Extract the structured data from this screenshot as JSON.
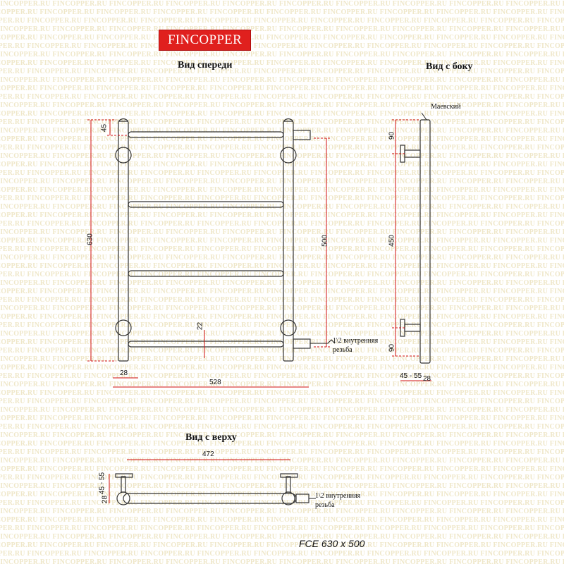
{
  "watermark": "FINCOPPER.RU",
  "brand": {
    "logo_text": "FINCOPPER",
    "logo_color": "#e0201e"
  },
  "views": {
    "front": {
      "title": "Вид спереди",
      "dims": {
        "height_total": "630",
        "top_offset": "45",
        "center_distance": "500",
        "bottom_offset": "22",
        "post_width": "28",
        "total_width": "528"
      },
      "note_line1": "1\\2 внутренняя",
      "note_line2": "резьба"
    },
    "side": {
      "title": "Вид с боку",
      "label": "Маевский",
      "dims": {
        "top": "90",
        "middle": "450",
        "bottom": "90",
        "mount_depth": "45 - 55",
        "post_width": "28"
      }
    },
    "top": {
      "title": "Вид с верху",
      "dims": {
        "center_distance": "472",
        "mount_depth": "45 - 55",
        "post_width": "28"
      },
      "note_line1": "1\\2 внутренняя",
      "note_line2": "резьба"
    }
  },
  "model_label": "FCE 630 x 500",
  "colors": {
    "outline": "#333333",
    "dimension_line": "#d01010",
    "watermark": "#efe7c9"
  }
}
